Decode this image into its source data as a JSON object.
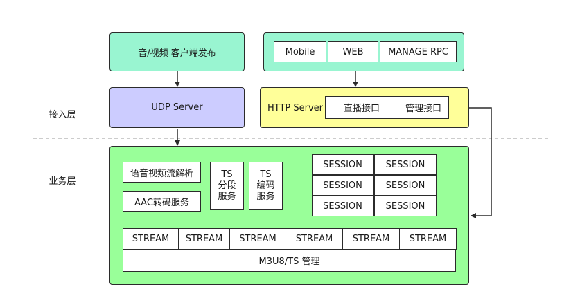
{
  "colors": {
    "mint": "#99F5D1",
    "lavender": "#CCCCFF",
    "yellow": "#FFFF99",
    "green": "#99FF99",
    "border": "#2b2b2b"
  },
  "layers": {
    "access": "接入层",
    "business": "业务层"
  },
  "publisher": {
    "label": "音/视频 客户端发布"
  },
  "clients": {
    "mobile": "Mobile",
    "web": "WEB",
    "manage_rpc": "MANAGE RPC"
  },
  "udp_server": {
    "label": "UDP Server"
  },
  "http_server": {
    "label": "HTTP Server",
    "live_api": "直播接口",
    "manage_api": "管理接口"
  },
  "business": {
    "audio_video_parse": "语音视频流解析",
    "aac_transcode": "AAC转码服务",
    "ts_segment": "TS\n分段\n服务",
    "ts_encode": "TS\n编码\n服务",
    "sessions": [
      "SESSION",
      "SESSION",
      "SESSION",
      "SESSION",
      "SESSION",
      "SESSION"
    ],
    "streams": [
      "STREAM",
      "STREAM",
      "STREAM",
      "STREAM",
      "STREAM",
      "STREAM"
    ],
    "m3u8_manage": "M3U8/TS 管理"
  }
}
